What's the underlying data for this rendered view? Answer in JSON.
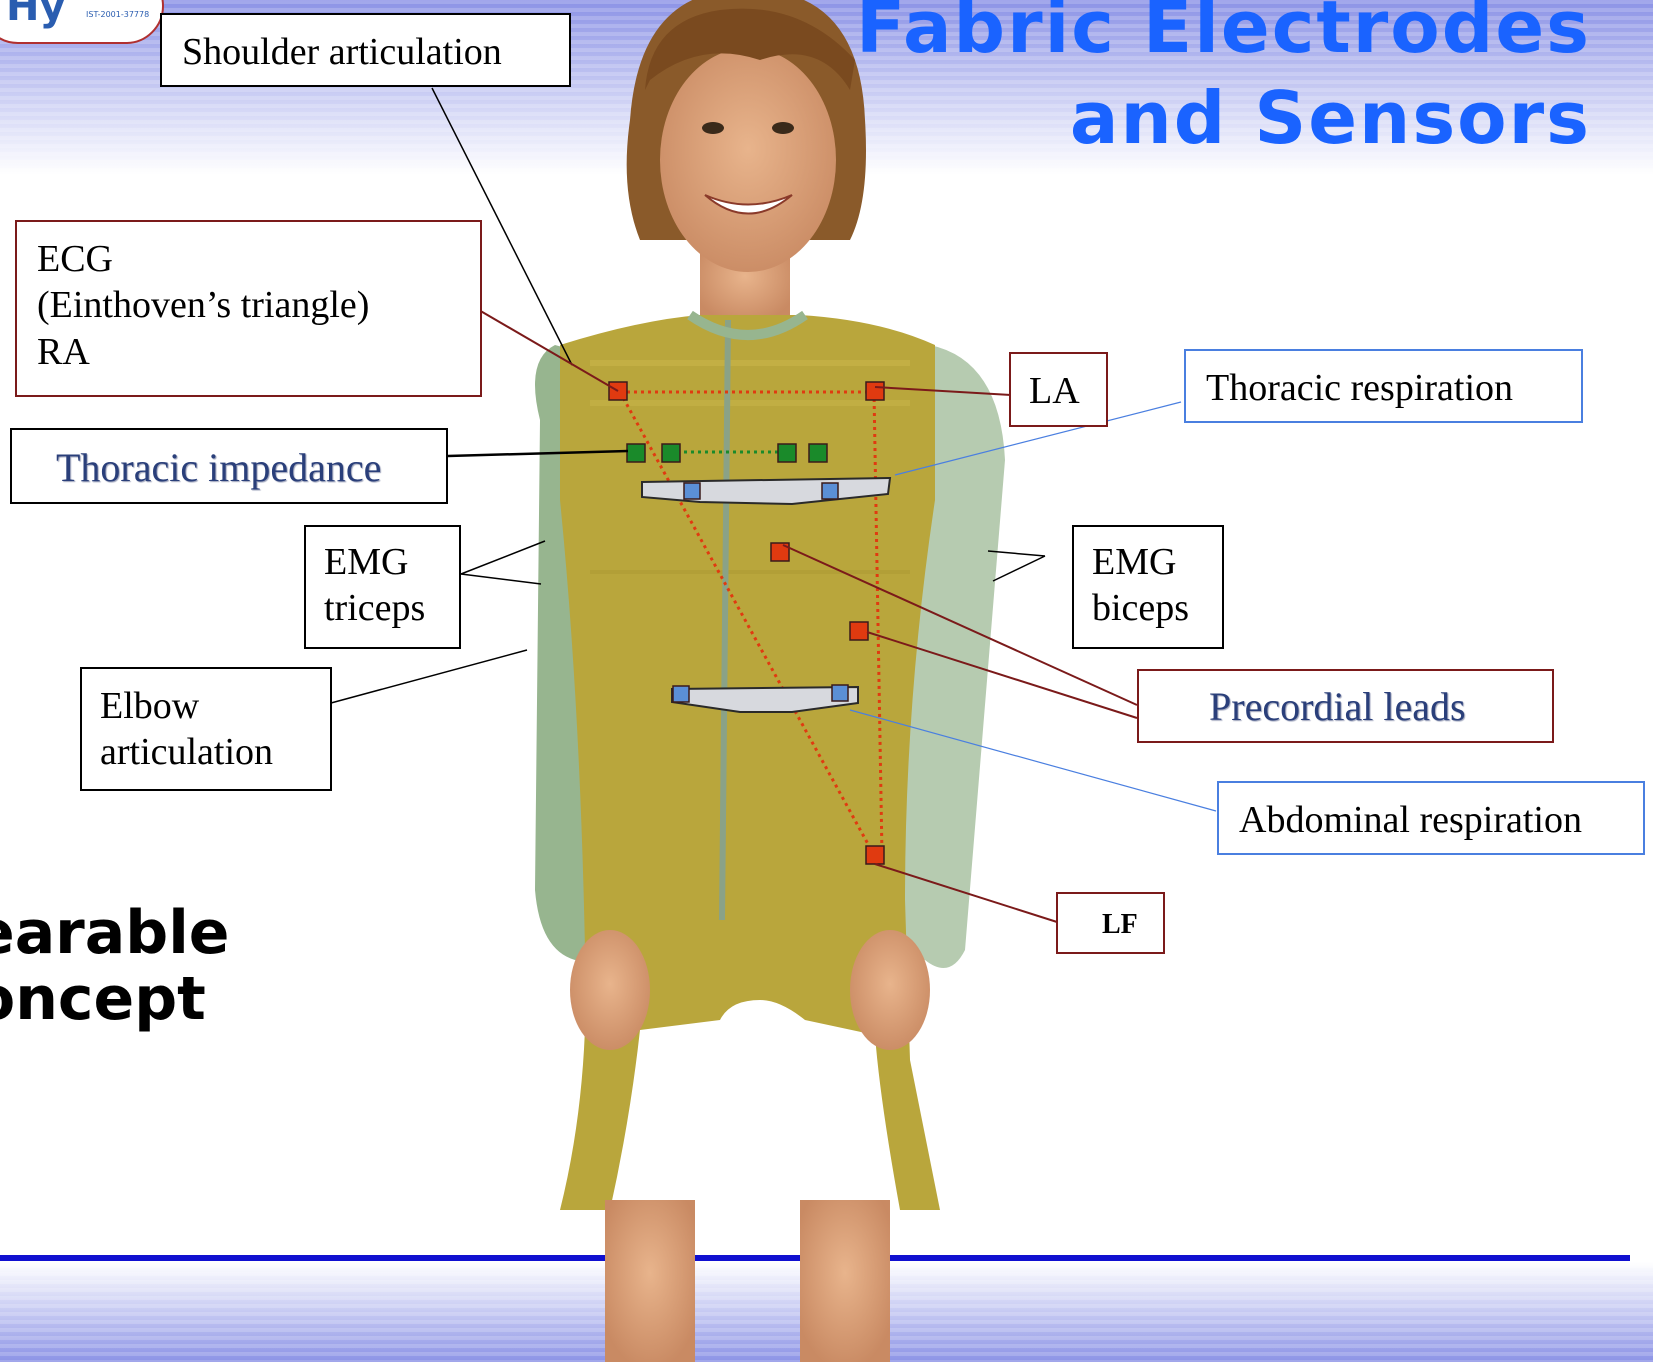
{
  "title": {
    "line1": "Fabric Electrodes",
    "line2": "and Sensors"
  },
  "subtitle": {
    "line1": "earable",
    "line2": "oncept"
  },
  "logo": {
    "word": "Hy",
    "small_text": "IST-2001-37778"
  },
  "labels": {
    "shoulder": "Shoulder articulation",
    "ecg_line1": "ECG",
    "ecg_line2": "(Einthoven’s triangle)",
    "ecg_line3": "RA",
    "thoracic_impedance": "Thoracic impedance",
    "emg_triceps_line1": "EMG",
    "emg_triceps_line2": "triceps",
    "elbow_line1": "Elbow",
    "elbow_line2": "articulation",
    "la": "LA",
    "thoracic_respiration": "Thoracic respiration",
    "emg_biceps_line1": "EMG",
    "emg_biceps_line2": "biceps",
    "precordial": "Precordial leads",
    "abdominal": "Abdominal respiration",
    "lf": "LF"
  },
  "colors": {
    "title": "#1a63ff",
    "ecg": "#7b1a1a",
    "electrode_red": "#e03a10",
    "electrode_green": "#1a8a2a",
    "electrode_blue": "#5b8fd6",
    "suit": "#b9a63c",
    "sleeve": "#97b58f",
    "blue_label": "#2a3f7a",
    "band": "#4a6fd8",
    "rule": "#1010d0"
  },
  "icons": [
    "person-photo",
    "logo-badge"
  ]
}
